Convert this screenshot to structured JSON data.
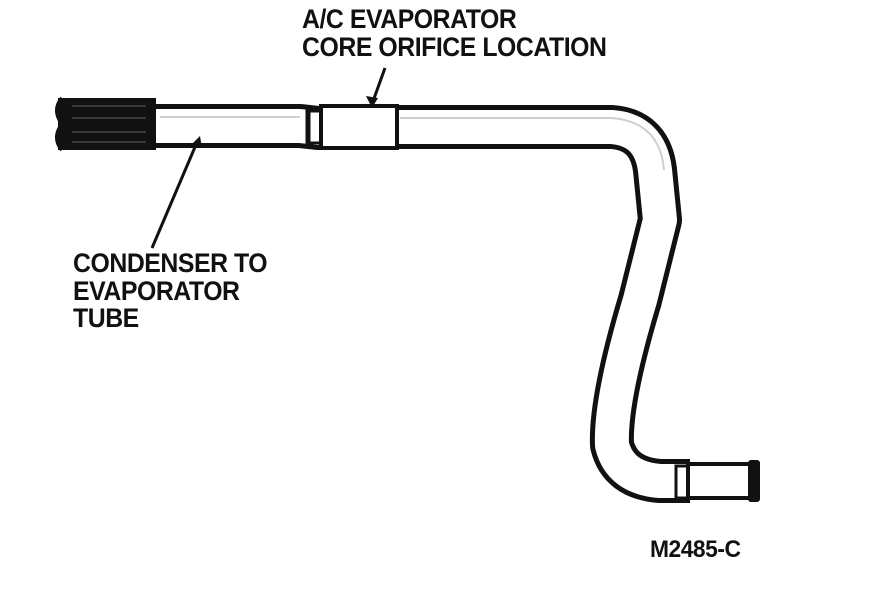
{
  "diagram": {
    "callout_orifice": {
      "lines": [
        "A/C EVAPORATOR",
        "CORE ORIFICE LOCATION"
      ]
    },
    "callout_tube": {
      "lines": [
        "CONDENSER TO",
        "EVAPORATOR",
        "TUBE"
      ]
    },
    "figure_id": "M2485-C",
    "colors": {
      "ink": "#111111",
      "background": "#ffffff"
    }
  }
}
